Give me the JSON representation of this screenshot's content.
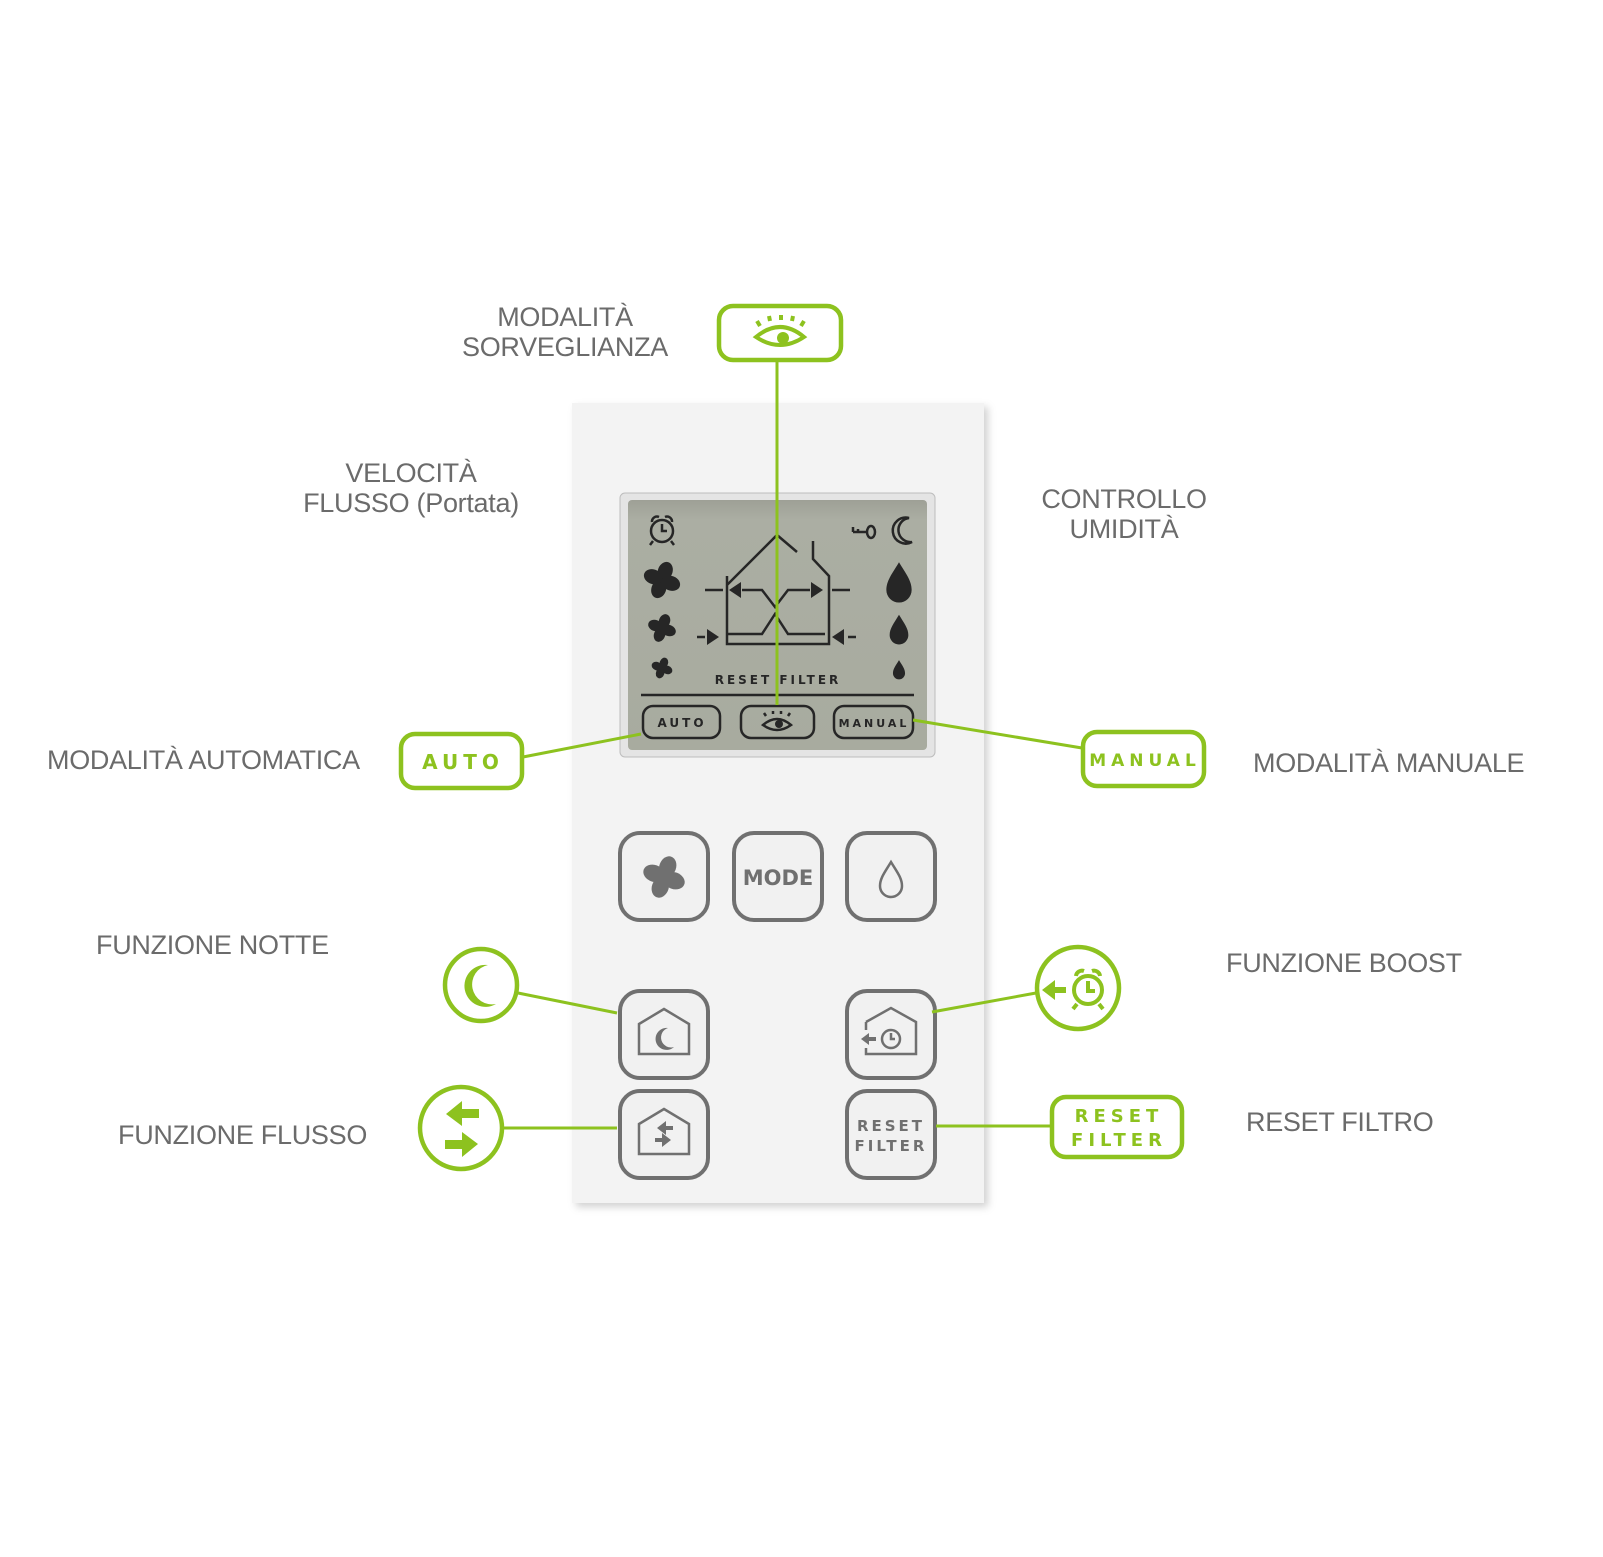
{
  "colors": {
    "accent": "#8dc21f",
    "label_text": "#6b6b6b",
    "lcd_bg": "#a9aca1",
    "button_outline": "#707070"
  },
  "labels": {
    "surveillance": [
      "MODALITÀ",
      "SORVEGLIANZA"
    ],
    "flow_speed": [
      "VELOCITÀ",
      "FLUSSO (Portata)"
    ],
    "humidity": [
      "CONTROLLO",
      "UMIDITÀ"
    ],
    "auto_mode": "MODALITÀ AUTOMATICA",
    "manual_mode": "MODALITÀ MANUALE",
    "night": "FUNZIONE NOTTE",
    "boost": "FUNZIONE BOOST",
    "flow": "FUNZIONE FLUSSO",
    "reset_filter": "RESET FILTRO"
  },
  "callouts": {
    "auto": "AUTO",
    "manual": "MANUAL",
    "reset": [
      "RESET",
      "FILTER"
    ]
  },
  "lcd": {
    "reset_filter": "RESET FILTER",
    "auto": "AUTO",
    "manual": "MANUAL"
  },
  "buttons": {
    "mode": "MODE",
    "reset": [
      "RESET",
      "FILTER"
    ]
  },
  "icons": [
    "eye-icon",
    "alarm-clock-icon",
    "key-icon",
    "moon-icon",
    "fan-icon",
    "drop-icon",
    "house-airflow-icon",
    "flow-arrows-icon"
  ]
}
